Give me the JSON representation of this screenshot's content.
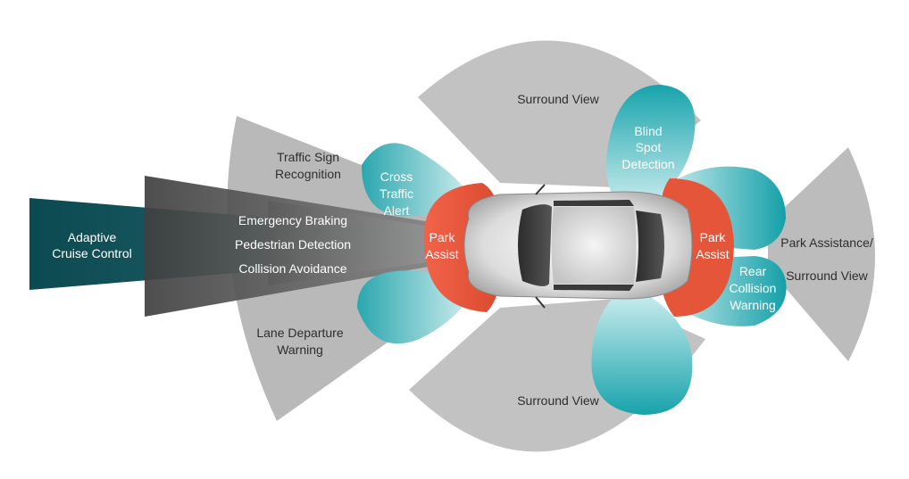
{
  "zones": {
    "adaptive_cruise": {
      "line1": "Adaptive",
      "line2": "Cruise Control"
    },
    "emergency_braking": "Emergency Braking",
    "pedestrian_detection": "Pedestrian Detection",
    "collision_avoidance": "Collision Avoidance",
    "traffic_sign": {
      "line1": "Traffic Sign",
      "line2": "Recognition"
    },
    "lane_departure": {
      "line1": "Lane Departure",
      "line2": "Warning"
    },
    "cross_traffic": {
      "line1": "Cross",
      "line2": "Traffic",
      "line3": "Alert"
    },
    "park_assist_front": {
      "line1": "Park",
      "line2": "Assist"
    },
    "park_assist_rear": {
      "line1": "Park",
      "line2": "Assist"
    },
    "surround_view_top": "Surround View",
    "surround_view_bottom": "Surround View",
    "blind_spot": {
      "line1": "Blind",
      "line2": "Spot",
      "line3": "Detection"
    },
    "rear_collision": {
      "line1": "Rear",
      "line2": "Collision",
      "line3": "Warning"
    },
    "park_assistance_surround": {
      "line1": "Park Assistance/",
      "line2": "Surround View"
    }
  },
  "colors": {
    "teal": "#1e9ea6",
    "teal_dark": "#0f5a63",
    "red": "#e8583c",
    "gray": "#bdbdbd",
    "dark_gray": "#4a4a4a"
  }
}
